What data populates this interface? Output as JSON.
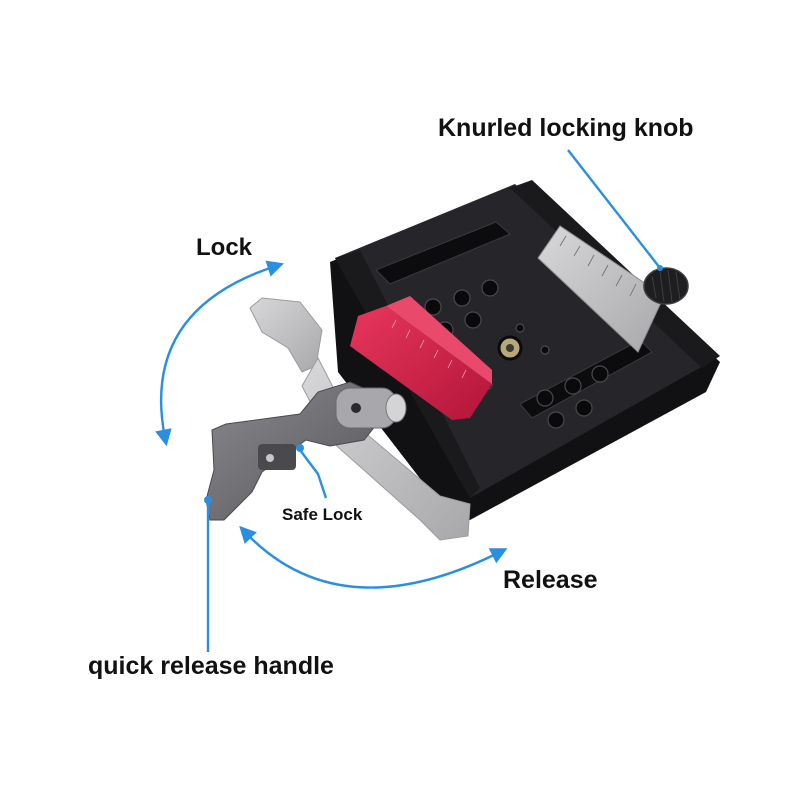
{
  "labels": {
    "knurled_knob": "Knurled locking knob",
    "lock": "Lock",
    "safe_lock": "Safe Lock",
    "release": "Release",
    "quick_release_handle": "quick release handle"
  },
  "colors": {
    "accent_blue": "#2a8fe0",
    "clamp_black": "#1c1c1e",
    "clamp_top": "#2a2a2d",
    "red_slider": "#d41e45",
    "silver": "#c4c4c6",
    "dark_gray": "#6e6e72"
  }
}
